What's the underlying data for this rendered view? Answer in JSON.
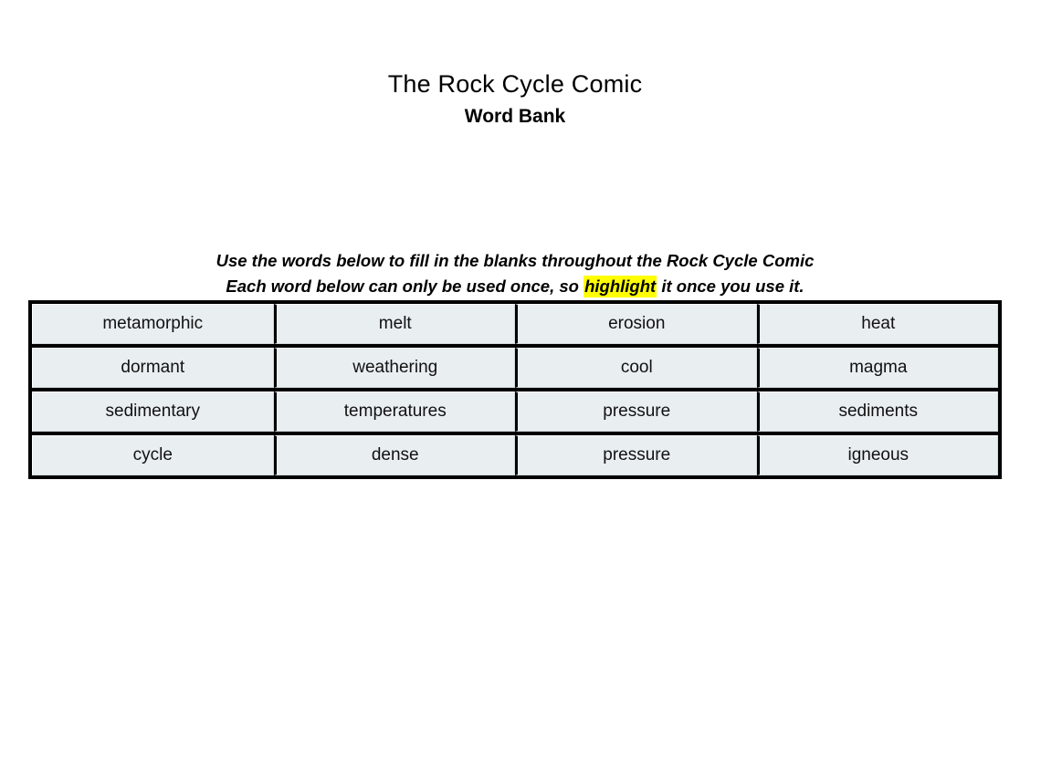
{
  "document": {
    "title": "The Rock Cycle Comic",
    "subtitle": "Word Bank",
    "instructions": {
      "line1": "Use the words below to fill in the blanks throughout the Rock Cycle Comic",
      "line2_before": "Each word below can only be used once, so ",
      "line2_highlight": "highlight",
      "line2_after": " it once you use it.",
      "highlight_color": "#ffff00"
    }
  },
  "word_bank": {
    "columns": 4,
    "rows": 4,
    "cell_fill_color": "#e9eef1",
    "border_color": "#000000",
    "words": [
      [
        "metamorphic",
        "melt",
        "erosion",
        "heat"
      ],
      [
        "dormant",
        "weathering",
        "cool",
        "magma"
      ],
      [
        "sedimentary",
        "temperatures",
        "pressure",
        "sediments"
      ],
      [
        "cycle",
        "dense",
        "pressure",
        "igneous"
      ]
    ]
  }
}
